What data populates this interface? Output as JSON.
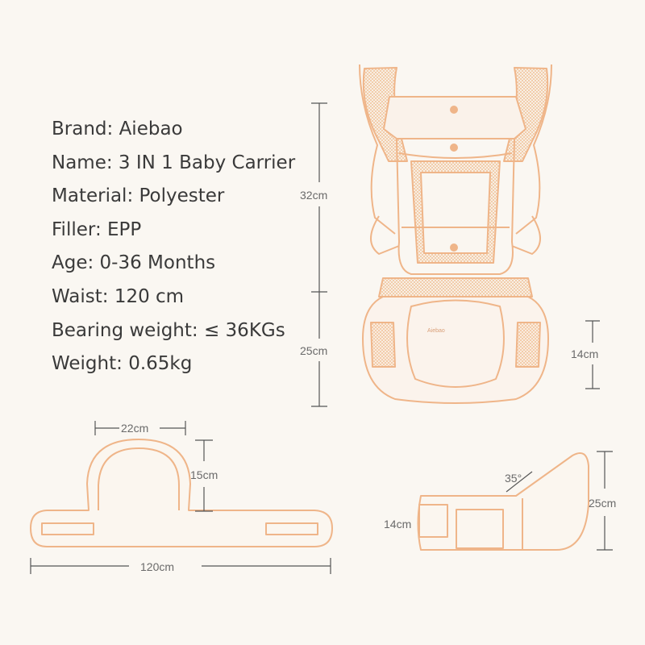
{
  "specs": [
    {
      "label": "Brand",
      "value": "Aiebao"
    },
    {
      "label": "Name",
      "value": "3 IN 1 Baby Carrier"
    },
    {
      "label": "Material",
      "value": "Polyester"
    },
    {
      "label": "Filler",
      "value": "EPP"
    },
    {
      "label": "Age",
      "value": "0-36 Months"
    },
    {
      "label": "Waist",
      "value": "120 cm"
    },
    {
      "label": "Bearing weight",
      "value": "≤ 36KGs"
    },
    {
      "label": "Weight",
      "value": "0.65kg"
    }
  ],
  "dimensions": {
    "carrier_upper_height": "32cm",
    "carrier_lower_height": "25cm",
    "seat_side_height": "14cm",
    "waist_pad_width": "22cm",
    "waist_pad_height": "15cm",
    "waist_belt_length": "120cm",
    "seat_profile_angle": "35°",
    "seat_profile_height": "25cm",
    "seat_profile_depth": "14cm"
  },
  "colors": {
    "outline": "#efb589",
    "mesh": "#f4cfae",
    "dimension_line": "#555555",
    "text": "#3a3a3a",
    "background": "#faf7f2"
  }
}
